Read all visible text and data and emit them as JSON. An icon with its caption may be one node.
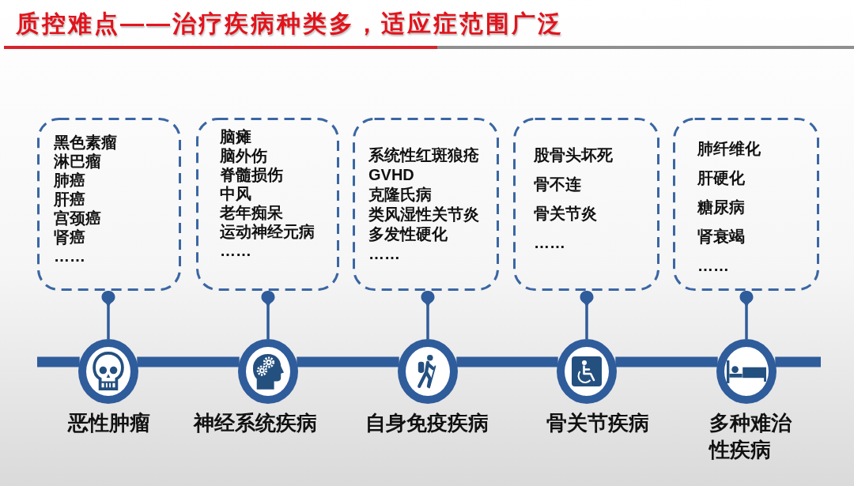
{
  "diagram": {
    "title": "质控难点——治疗疾病种类多，适应症范围广泛",
    "nodes": [
      {
        "text": [
          "黑色素瘤",
          "淋巴瘤",
          "肺癌",
          "肝癌",
          "宫颈癌",
          "肾癌",
          "……"
        ]
      },
      {
        "text": [
          "脑瘫",
          "脑外伤",
          "脊髓损伤",
          "中风",
          "老年痴呆",
          "运动神经元病",
          "……"
        ]
      },
      {
        "text": [
          "系统性红斑狼疮",
          "GVHD",
          "克隆氏病",
          "类风湿性关节炎",
          "多发性硬化",
          "……"
        ]
      },
      {
        "text": [
          "股骨头坏死",
          "骨不连",
          "骨关节炎",
          "……"
        ]
      },
      {
        "text": [
          "肺纤维化",
          "肝硬化",
          "糖尿病",
          "肾衰竭",
          "……"
        ]
      },
      {
        "text": [],
        "shape": "circle",
        "beside": [
          "恶性肿瘤"
        ]
      },
      {
        "text": [],
        "shape": "circle",
        "beside": [
          "神经系统疾病"
        ]
      },
      {
        "text": [],
        "shape": "circle",
        "beside": [
          "自身免疫疾病"
        ]
      },
      {
        "text": [],
        "shape": "circle",
        "beside": [
          "骨关节疾病"
        ]
      },
      {
        "text": [],
        "shape": "circle",
        "beside": [
          "多种难治性疾病"
        ]
      }
    ],
    "edges": [
      {
        "from": 0,
        "to": 5,
        "arrow": "other"
      },
      {
        "from": 1,
        "to": 6,
        "arrow": "other"
      },
      {
        "from": 2,
        "to": 7,
        "arrow": "other"
      },
      {
        "from": 3,
        "to": 8,
        "arrow": "other"
      },
      {
        "from": 4,
        "to": 9,
        "arrow": "other"
      },
      {
        "from": null,
        "to": 5,
        "arrow": "none"
      },
      {
        "from": 5,
        "to": 6,
        "arrow": "none"
      },
      {
        "from": 6,
        "to": 7,
        "arrow": "none"
      },
      {
        "from": 7,
        "to": 8,
        "arrow": "none"
      },
      {
        "from": 8,
        "to": 9,
        "arrow": "none"
      },
      {
        "from": 9,
        "to": null,
        "arrow": "none"
      }
    ]
  }
}
